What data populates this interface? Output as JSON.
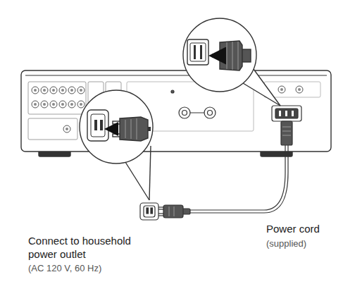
{
  "diagram": {
    "labels": [
      "Connect to household power outlet",
      "(AC 120 V, 60 Hz)",
      "Power cord",
      "(supplied)"
    ]
  }
}
